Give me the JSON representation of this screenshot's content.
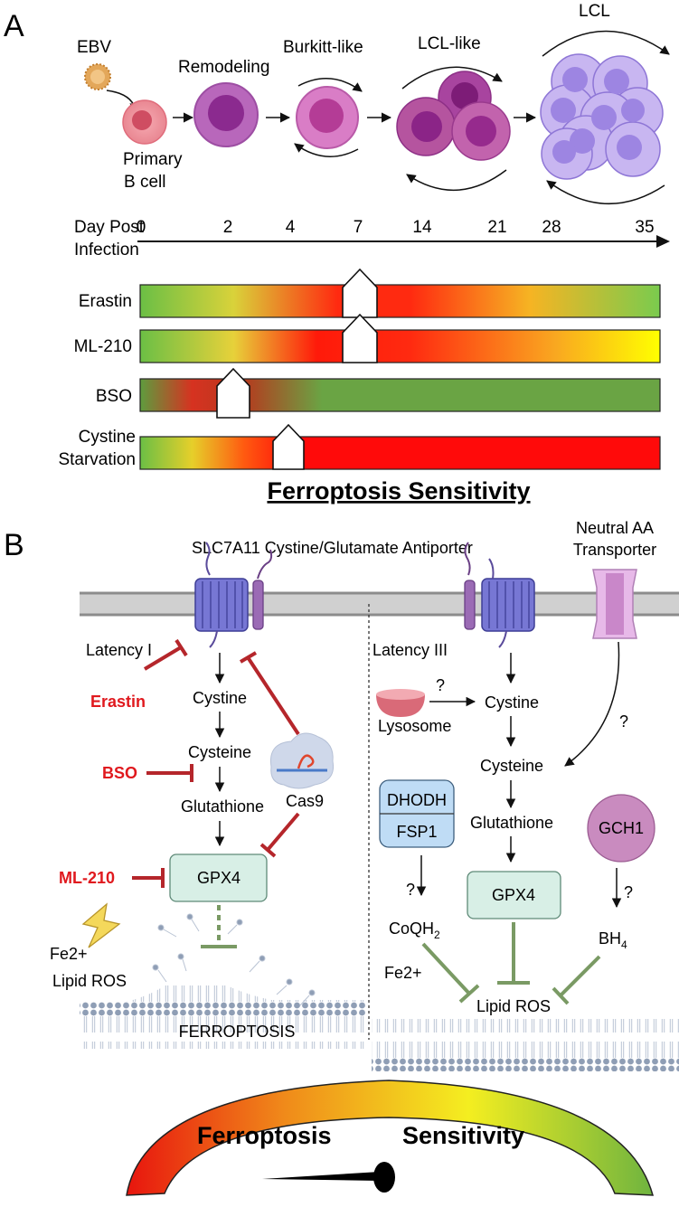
{
  "panel_a": {
    "letter": "A",
    "stages": {
      "ebv": "EBV",
      "primary_1": "Primary",
      "primary_2": "B cell",
      "remodeling": "Remodeling",
      "burkitt": "Burkitt-like",
      "lcl_like": "LCL-like",
      "lcl": "LCL"
    },
    "timeline": {
      "label_1": "Day Post",
      "label_2": "Infection",
      "ticks": [
        "0",
        "2",
        "4",
        "7",
        "14",
        "21",
        "28",
        "35"
      ]
    },
    "bars": [
      {
        "label": "Erastin",
        "marker_day": "7"
      },
      {
        "label": "ML-210",
        "marker_day": "7"
      },
      {
        "label": "BSO",
        "marker_day": "2"
      },
      {
        "label_1": "Cystine",
        "label_2": "Starvation",
        "marker_day": "4"
      }
    ],
    "sensitivity_title": "Ferroptosis Sensitivity"
  },
  "panel_b": {
    "letter": "B",
    "antiporter_title": "SLC7A11 Cystine/Glutamate Antiporter",
    "neutral_aa_1": "Neutral AA",
    "neutral_aa_2": "Transporter",
    "left": {
      "latency": "Latency I",
      "erastin": "Erastin",
      "cystine": "Cystine",
      "cysteine": "Cysteine",
      "bso": "BSO",
      "glutathione": "Glutathione",
      "cas9": "Cas9",
      "ml210": "ML-210",
      "gpx4": "GPX4",
      "fe2": "Fe2+",
      "lipid_ros": "Lipid ROS",
      "ferroptosis": "FERROPTOSIS"
    },
    "right": {
      "latency": "Latency III",
      "lysosome": "Lysosome",
      "question": "?",
      "cystine": "Cystine",
      "cysteine": "Cysteine",
      "dhodh": "DHODH",
      "fsp1": "FSP1",
      "glutathione": "Glutathione",
      "gch1": "GCH1",
      "coqh2": "CoQH",
      "coqh2_sub": "2",
      "gpx4": "GPX4",
      "bh4": "BH",
      "bh4_sub": "4",
      "fe2": "Fe2+",
      "lipid_ros": "Lipid ROS"
    },
    "gauge": {
      "label_left": "Ferroptosis",
      "label_right": "Sensitivity"
    }
  },
  "colors": {
    "inhibitor_red": "#b5262b",
    "drug_text_red": "#e0191e",
    "green_inhibit": "#7a9a64",
    "gpx4_fill": "#d8efe6",
    "dhodh_fill": "#bfdcf5",
    "gch1_fill": "#c98bbf",
    "transporter_purple": "#6e6ec9"
  }
}
